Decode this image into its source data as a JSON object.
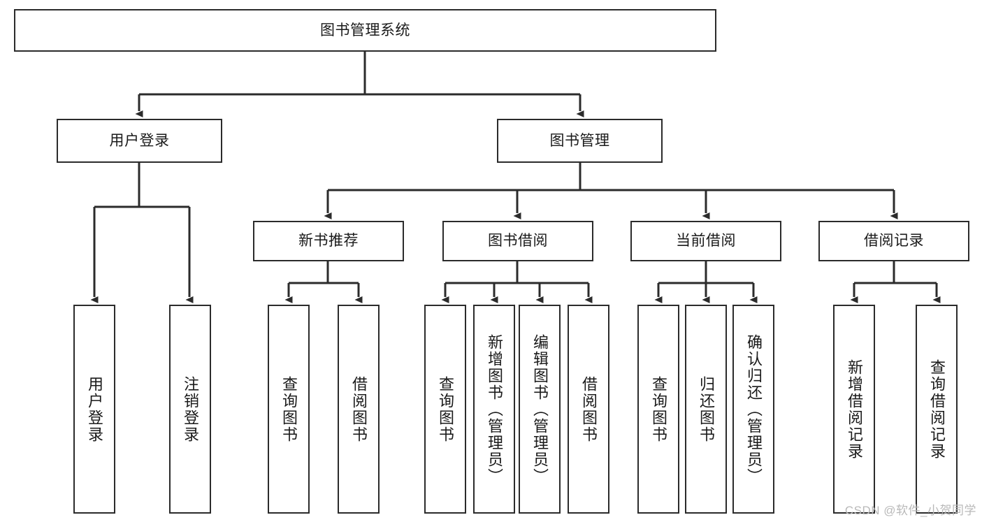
{
  "diagram": {
    "title": "图书管理系统",
    "type": "hierarchy-tree",
    "background_color": "#ffffff",
    "line_color": "#2b2b2b",
    "text_color": "#1a1a1a",
    "root": {
      "id": "root",
      "label": "图书管理系统",
      "orientation": "horizontal"
    },
    "level2": [
      {
        "id": "user-login",
        "label": "用户登录",
        "orientation": "horizontal"
      },
      {
        "id": "book-manage",
        "label": "图书管理",
        "orientation": "horizontal"
      }
    ],
    "level3": [
      {
        "id": "new-book-recommend",
        "label": "新书推荐",
        "orientation": "horizontal",
        "parent": "book-manage"
      },
      {
        "id": "book-borrow",
        "label": "图书借阅",
        "orientation": "horizontal",
        "parent": "book-manage"
      },
      {
        "id": "current-borrow",
        "label": "当前借阅",
        "orientation": "horizontal",
        "parent": "book-manage"
      },
      {
        "id": "borrow-record",
        "label": "借阅记录",
        "orientation": "horizontal",
        "parent": "book-manage"
      }
    ],
    "leaves": [
      {
        "id": "leaf-user-login",
        "label": "用户登录",
        "orientation": "vertical",
        "parent": "user-login"
      },
      {
        "id": "leaf-user-logout",
        "label": "注销登录",
        "orientation": "vertical",
        "parent": "user-login"
      },
      {
        "id": "leaf-query-book-1",
        "label": "查询图书",
        "orientation": "vertical",
        "parent": "new-book-recommend"
      },
      {
        "id": "leaf-borrow-book-1",
        "label": "借阅图书",
        "orientation": "vertical",
        "parent": "new-book-recommend"
      },
      {
        "id": "leaf-query-book-2",
        "label": "查询图书",
        "orientation": "vertical",
        "parent": "book-borrow"
      },
      {
        "id": "leaf-add-book",
        "label": "新增图书（管理员）",
        "orientation": "vertical",
        "parent": "book-borrow"
      },
      {
        "id": "leaf-edit-book",
        "label": "编辑图书（管理员）",
        "orientation": "vertical",
        "parent": "book-borrow"
      },
      {
        "id": "leaf-borrow-book-2",
        "label": "借阅图书",
        "orientation": "vertical",
        "parent": "book-borrow"
      },
      {
        "id": "leaf-query-book-3",
        "label": "查询图书",
        "orientation": "vertical",
        "parent": "current-borrow"
      },
      {
        "id": "leaf-return-book",
        "label": "归还图书",
        "orientation": "vertical",
        "parent": "current-borrow"
      },
      {
        "id": "leaf-confirm-return",
        "label": "确认归还（管理员）",
        "orientation": "vertical",
        "parent": "current-borrow"
      },
      {
        "id": "leaf-add-record",
        "label": "新增借阅记录",
        "orientation": "vertical",
        "parent": "borrow-record"
      },
      {
        "id": "leaf-query-record",
        "label": "查询借阅记录",
        "orientation": "vertical",
        "parent": "borrow-record"
      }
    ]
  },
  "watermark": {
    "text": "CSDN @软件_小贺同学"
  }
}
